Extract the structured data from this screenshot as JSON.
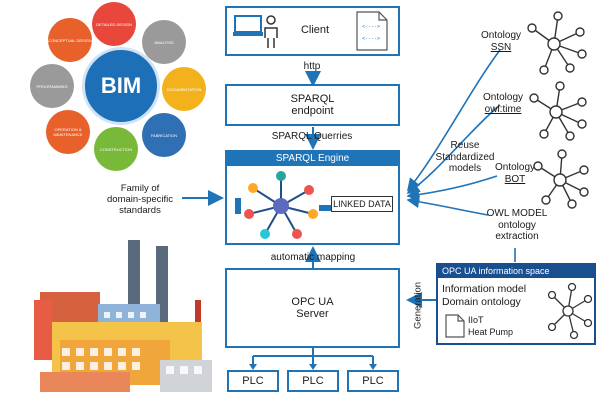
{
  "bim": {
    "center": "BIM",
    "petals": [
      {
        "label": "DETAILED DESIGN",
        "color": "#e8473b"
      },
      {
        "label": "ANALYSIS",
        "color": "#9a9a9a"
      },
      {
        "label": "DOCUMENTATION",
        "color": "#f3b21b"
      },
      {
        "label": "FABRICATION",
        "color": "#2f6fb4"
      },
      {
        "label": "CONSTRUCTION",
        "color": "#79b93a"
      },
      {
        "label": "OPERATION & MAINTENANCE",
        "color": "#e8602a"
      },
      {
        "label": "PROGRAMMING",
        "color": "#9a9a9a"
      },
      {
        "label": "CONCEPTUAL DESIGN",
        "color": "#e8602a"
      }
    ],
    "caption": "Family of\ndomain-specific\nstandards"
  },
  "client": {
    "label": "Client"
  },
  "http_label": "http",
  "sparql_endpoint": {
    "label": "SPARQL\nendpoint"
  },
  "sparql_queries_label": "SPARQL Querries",
  "sparql_engine": {
    "title": "SPARQL Engine",
    "linked_data": "LINKED DATA"
  },
  "automatic_mapping_label": "automatic mapping",
  "opc_ua_server": {
    "label": "OPC UA\nServer"
  },
  "plcs": [
    "PLC",
    "PLC",
    "PLC"
  ],
  "ontologies": [
    {
      "prefix": "Ontology",
      "name": "SSN"
    },
    {
      "prefix": "Ontology",
      "name": "owl:time"
    },
    {
      "prefix": "Ontology",
      "name": "BOT"
    }
  ],
  "reuse_label": "Reuse\nStandardized\nmodels",
  "owl_label": "OWL MODEL\nontology\nextraction",
  "generation_label": "Generation",
  "opc_info_space": {
    "title": "OPC UA information space",
    "line1": "Information model",
    "line2": "Domain ontology",
    "doc_line1": "IIoT",
    "doc_line2": "Heat Pump"
  },
  "colors": {
    "accent": "#1f73b7",
    "dark_blue": "#1a4f8f"
  }
}
